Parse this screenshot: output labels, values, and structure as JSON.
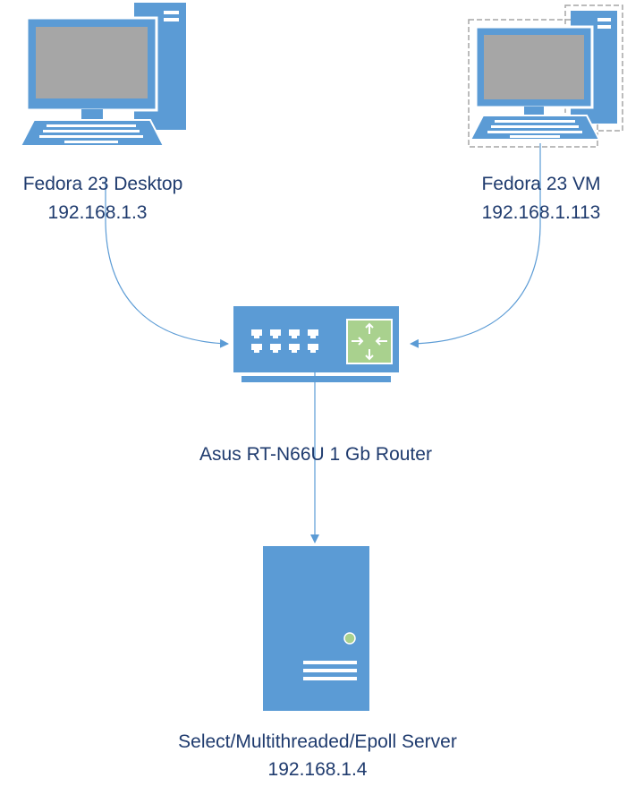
{
  "colors": {
    "device_blue": "#5b9bd5",
    "screen_gray": "#a6a6a6",
    "router_green": "#a9d18e",
    "status_led": "#a9d18e",
    "connector": "#5b9bd5",
    "label_text": "#1f3b6e",
    "vm_dashed_outline": "#a6a6a6"
  },
  "nodes": {
    "desktop": {
      "icon": "desktop-computer-icon",
      "name": "Fedora 23 Desktop",
      "ip": "192.168.1.3"
    },
    "vm": {
      "icon": "virtual-machine-icon",
      "name": "Fedora 23 VM",
      "ip": "192.168.1.113"
    },
    "router": {
      "icon": "router-switch-icon",
      "name": "Asus RT-N66U 1 Gb Router"
    },
    "server": {
      "icon": "server-tower-icon",
      "name": "Select/Multithreaded/Epoll Server",
      "ip": "192.168.1.4"
    }
  },
  "connections": [
    {
      "from": "desktop",
      "to": "router"
    },
    {
      "from": "vm",
      "to": "router"
    },
    {
      "from": "router",
      "to": "server"
    }
  ]
}
